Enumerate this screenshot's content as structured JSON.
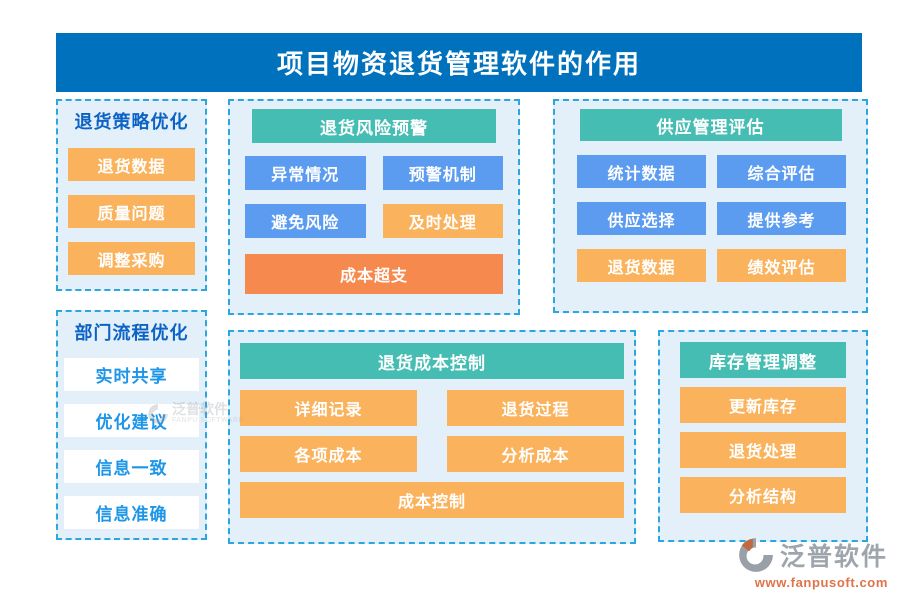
{
  "title": "项目物资退货管理软件的作用",
  "colors": {
    "banner_bg": "#0071BC",
    "banner_text": "#FFFFFF",
    "panel_bg": "#E3F0FA",
    "panel_border": "#2BA7E0",
    "panel_title": "#0D63C5",
    "teal_header": "#45BDB2",
    "blue_tag": "#5B9BF0",
    "orange_tag": "#FAB35C",
    "deep_orange_tag": "#F6894D",
    "white_tag_text": "#1E96E8"
  },
  "panels": {
    "strategy": {
      "title": "退货策略优化",
      "items": [
        {
          "label": "退货数据"
        },
        {
          "label": "质量问题"
        },
        {
          "label": "调整采购"
        }
      ]
    },
    "process": {
      "title": "部门流程优化",
      "items": [
        {
          "label": "实时共享"
        },
        {
          "label": "优化建议"
        },
        {
          "label": "信息一致"
        },
        {
          "label": "信息准确"
        }
      ]
    },
    "risk": {
      "title": "退货风险预警",
      "items": [
        {
          "label": "异常情况"
        },
        {
          "label": "预警机制"
        },
        {
          "label": "避免风险"
        },
        {
          "label": "及时处理"
        },
        {
          "label": "成本超支"
        }
      ]
    },
    "supplier": {
      "title": "供应管理评估",
      "items": [
        {
          "label": "统计数据"
        },
        {
          "label": "综合评估"
        },
        {
          "label": "供应选择"
        },
        {
          "label": "提供参考"
        },
        {
          "label": "退货数据"
        },
        {
          "label": "绩效评估"
        }
      ]
    },
    "cost": {
      "title": "退货成本控制",
      "items": [
        {
          "label": "详细记录"
        },
        {
          "label": "退货过程"
        },
        {
          "label": "各项成本"
        },
        {
          "label": "分析成本"
        },
        {
          "label": "成本控制"
        }
      ]
    },
    "inventory": {
      "title": "库存管理调整",
      "items": [
        {
          "label": "更新库存"
        },
        {
          "label": "退货处理"
        },
        {
          "label": "分析结构"
        }
      ]
    }
  },
  "watermark_inline": {
    "brand": "泛普软件",
    "caption": "FANPU SOFTWARE"
  },
  "brand_footer": {
    "name": "泛普软件",
    "url": "www.fanpusoft.com"
  }
}
